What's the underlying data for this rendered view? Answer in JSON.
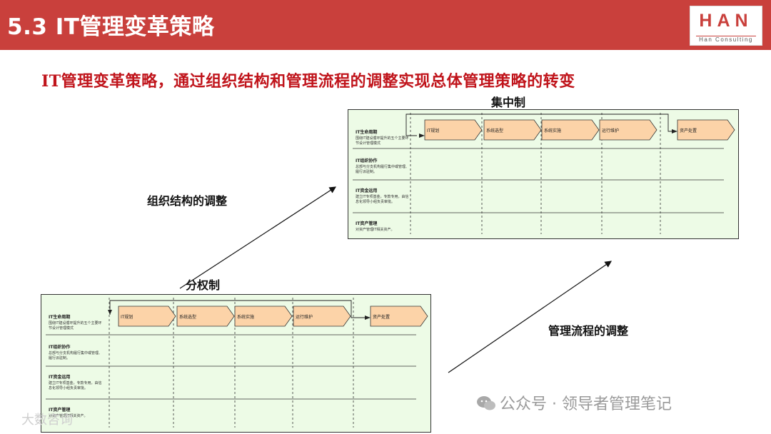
{
  "header": {
    "title": "5.3 IT管理变革策略",
    "bg_color": "#c9403c"
  },
  "logo": {
    "main": "HAN",
    "sub": "Han Consulting"
  },
  "subtitle": "IT管理变革策略，通过组织结构和管理流程的调整实现总体管理策略的转变",
  "labels": {
    "centralized": "集中制",
    "decentralized": "分权制",
    "org_change": "组织结构的调整",
    "process_change": "管理流程的调整"
  },
  "lanes": [
    {
      "title": "IT生命周期",
      "desc": "围绕IT建设循环提升的五个主要环节设计管理模式"
    },
    {
      "title": "IT组织协作",
      "desc": "总部与分支机构履行集中或管理、履行派驻制。"
    },
    {
      "title": "IT资金运用",
      "desc": "建立IT专项基金，专款专用，由信息化领导小组负责审批。"
    },
    {
      "title": "IT资产管理",
      "desc": "对资产管理IT相关资产。"
    }
  ],
  "steps": [
    "IT规划",
    "系统选型",
    "系统实施",
    "运行维护",
    "资产处置"
  ],
  "watermark": {
    "text": "公众号 · 领导者管理笔记",
    "icon": "wechat-icon",
    "secondary": "大数咨询"
  }
}
